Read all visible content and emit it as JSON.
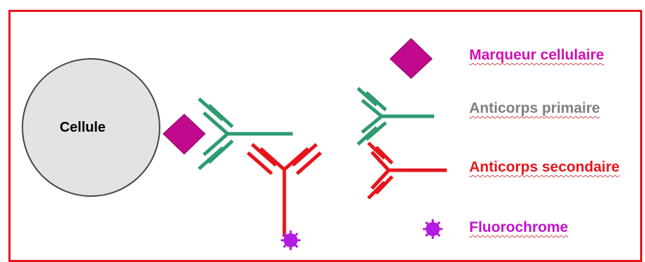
{
  "cell": {
    "label": "Cellule"
  },
  "legend": {
    "marker": "Marqueur cellulaire",
    "primary": "Anticorps primaire",
    "secondary": "Anticorps secondaire",
    "fluorochrome": "Fluorochrome"
  },
  "colors": {
    "frame": "#e8141c",
    "marker": "#c0098c",
    "primary_antibody": "#2e9a70",
    "secondary_antibody": "#e8141c",
    "fluorochrome": "#b21ae0",
    "legend_marker_text": "#d40fb4",
    "legend_primary_text": "#7f7f7f",
    "legend_secondary_text": "#e8141c",
    "legend_fluoro_text": "#c014cc",
    "cell_fill": "#e6e6e6"
  }
}
